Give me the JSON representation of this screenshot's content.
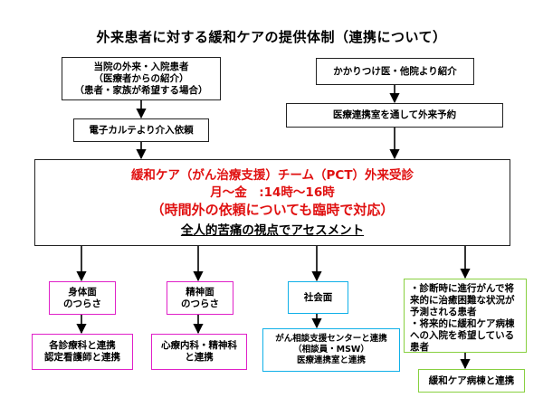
{
  "title": "外来患者に対する緩和ケアの提供体制（連携について）",
  "top_left": {
    "line1": "当院の外来・入院患者",
    "line2": "（医療者からの紹介）",
    "line3": "（患者・家族が希望する場合）"
  },
  "top_right": {
    "label": "かかりつけ医・他院より紹介"
  },
  "ehr_request": {
    "label": "電子カルテより介入依頼"
  },
  "liaison_booking": {
    "label": "医療連携室を通して外来予約"
  },
  "main": {
    "line1": "緩和ケア（がん治療支援）チーム（PCT）外来受診",
    "line2": "月～金　:14時～16時",
    "line3": "（時間外の依頼についても臨時で対応）",
    "line4": "全人的苦痛の視点でアセスメント"
  },
  "categories": {
    "physical": {
      "line1": "身体面",
      "line2": "のつらさ"
    },
    "mental": {
      "line1": "精神面",
      "line2": "のつらさ"
    },
    "social": {
      "label": "社会面"
    },
    "conditions": {
      "item1": "・診断時に進行がんで将来的に治癒困難な状況が予測される患者",
      "item2": "・将来的に緩和ケア病棟への入院を希望している患者"
    }
  },
  "actions": {
    "physical": {
      "line1": "各診療科と連携",
      "line2": "認定看護師と連携"
    },
    "mental": {
      "line1": "心療内科・精神科",
      "line2": "と連携"
    },
    "social": {
      "line1": "がん相談支援センターと連携",
      "line2": "（相談員・MSW）",
      "line3": "医療連携室と連携"
    },
    "ward": {
      "label": "緩和ケア病棟と連携"
    }
  },
  "colors": {
    "main_text": "#e01010",
    "physical_mental_border": "#e020c8",
    "social_border": "#10b0e8",
    "ward_border": "#88d040",
    "arrow": "#000000"
  }
}
